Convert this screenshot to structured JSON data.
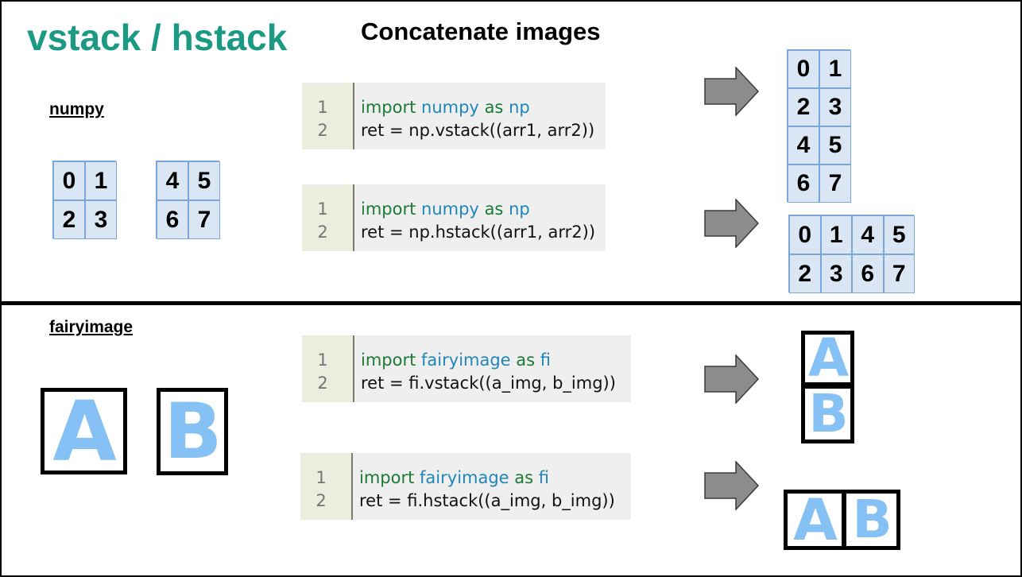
{
  "title": "vstack / hstack",
  "subtitle": "Concatenate images",
  "numpy_section": {
    "label": "numpy",
    "arr1": [
      "0",
      "1",
      "2",
      "3"
    ],
    "arr2": [
      "4",
      "5",
      "6",
      "7"
    ],
    "vstack_code": {
      "line1_num": "1",
      "line2_num": "2",
      "import_kw": "import",
      "module": "numpy",
      "as_kw": "as",
      "alias": "np",
      "line2": "ret = np.vstack((arr1, arr2))"
    },
    "hstack_code": {
      "line1_num": "1",
      "line2_num": "2",
      "import_kw": "import",
      "module": "numpy",
      "as_kw": "as",
      "alias": "np",
      "line2": "ret = np.hstack((arr1, arr2))"
    },
    "vstack_result": [
      "0",
      "1",
      "2",
      "3",
      "4",
      "5",
      "6",
      "7"
    ],
    "hstack_result": [
      "0",
      "1",
      "4",
      "5",
      "2",
      "3",
      "6",
      "7"
    ]
  },
  "fairyimage_section": {
    "label": "fairyimage",
    "image_a": "A",
    "image_b": "B",
    "vstack_code": {
      "line1_num": "1",
      "line2_num": "2",
      "import_kw": "import",
      "module": "fairyimage",
      "as_kw": "as",
      "alias": "fi",
      "line2": "ret = fi.vstack((a_img, b_img))"
    },
    "hstack_code": {
      "line1_num": "1",
      "line2_num": "2",
      "import_kw": "import",
      "module": "fairyimage",
      "as_kw": "as",
      "alias": "fi",
      "line2": "ret = fi.hstack((a_img, b_img))"
    }
  },
  "colors": {
    "title": "#1a9a82",
    "cell_bg": "#dae6f4",
    "cell_border": "#7aa7d8",
    "letter": "#85c1f5",
    "keyword": "#1b7a34",
    "module": "#1f86b8",
    "arrow": "#8c8c8c"
  },
  "icons": {
    "arrow": "right-arrow-icon"
  }
}
